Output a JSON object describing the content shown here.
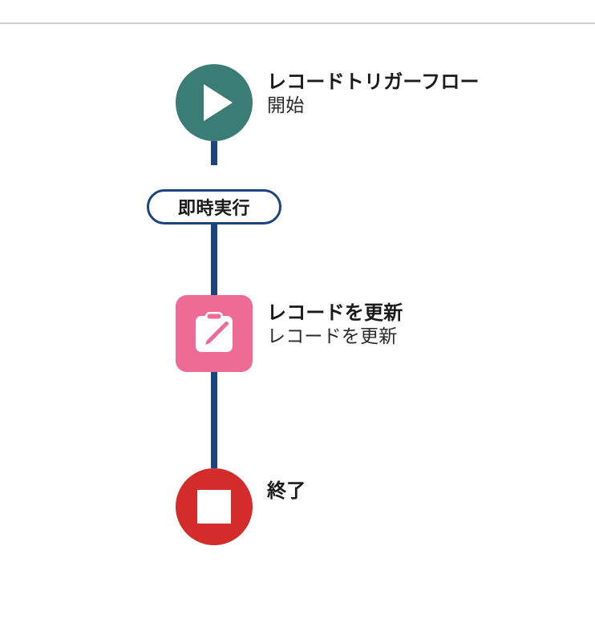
{
  "page": {
    "background_color": "#ffffff",
    "divider_color": "#d2d2d2"
  },
  "colors": {
    "start_node": "#3a7d75",
    "update_node": "#ee6b95",
    "end_node": "#d42b2b",
    "connector": "#1d4480",
    "badge_border": "#1d4480",
    "text": "#1a1a1a"
  },
  "flow": {
    "nodes": [
      {
        "id": "start",
        "icon": "play-icon",
        "title": "レコードトリガーフロー",
        "subtitle": "開始",
        "shape": "circle",
        "color": "#3a7d75"
      },
      {
        "id": "update-record",
        "icon": "clipboard-pencil-icon",
        "title": "レコードを更新",
        "subtitle": "レコードを更新",
        "shape": "rounded-square",
        "color": "#ee6b95"
      },
      {
        "id": "end",
        "icon": "stop-icon",
        "title": "終了",
        "subtitle": "",
        "shape": "circle",
        "color": "#d42b2b"
      }
    ],
    "badge": {
      "label": "即時実行"
    }
  }
}
